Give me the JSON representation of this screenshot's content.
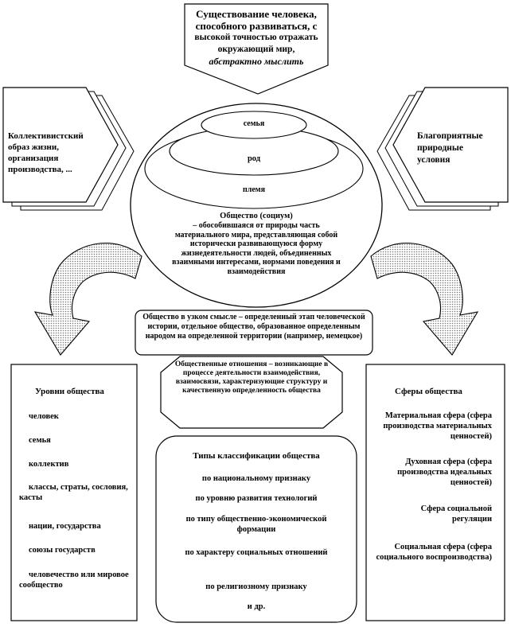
{
  "top_box": {
    "line1": "Существование человека,",
    "line2": "способного развиваться, с",
    "line3": "высокой точностью отражать",
    "line4": "окружающий мир,",
    "line5": "абстрактно мыслить"
  },
  "left_box": {
    "text": "Коллективистский образ жизни, организация производства, ..."
  },
  "right_box": {
    "text": "Благоприятные природные условия"
  },
  "circle": {
    "ring1": "семья",
    "ring2": "род",
    "ring3": "племя",
    "society_title": "Общество (социум)",
    "society_def": "– обособившаяся от природы часть материального мира, представляющая собой исторически развивающуюся форму жизнедеятельности людей, объединенных взаимными интересами, нормами поведения и взаимодействия"
  },
  "narrow_box": {
    "text": "Общество в узком смысле – определенный этап человеческой истории, отдельное общество, образованное определенным народом на определенной территории (например, немецкое)"
  },
  "relations": {
    "text": "Общественные отношения – возникающие в процессе деятельности взаимодействия, взаимосвязи, характеризующие структуру и качественную определенность общества"
  },
  "levels": {
    "title": "Уровни общества",
    "items": [
      "человек",
      "семья",
      "коллектив",
      "классы, страты, сословия, касты",
      "нации, государства",
      "союзы государств",
      "человечество или мировое сообщество"
    ]
  },
  "spheres": {
    "title": "Сферы общества",
    "items": [
      "Материальная сфера (сфера производства материальных ценностей)",
      "Духовная сфера (сфера производства идеальных ценностей)",
      "Сфера социальной регуляции",
      "Социальная сфера (сфера социального воспроизводства)"
    ]
  },
  "classification": {
    "title": "Типы классификации общества",
    "items": [
      "по национальному признаку",
      "по уровню развития технологий",
      "по типу общественно-экономической формации",
      "по характеру социальных отношений",
      "по религиозному признаку",
      "и др."
    ]
  }
}
